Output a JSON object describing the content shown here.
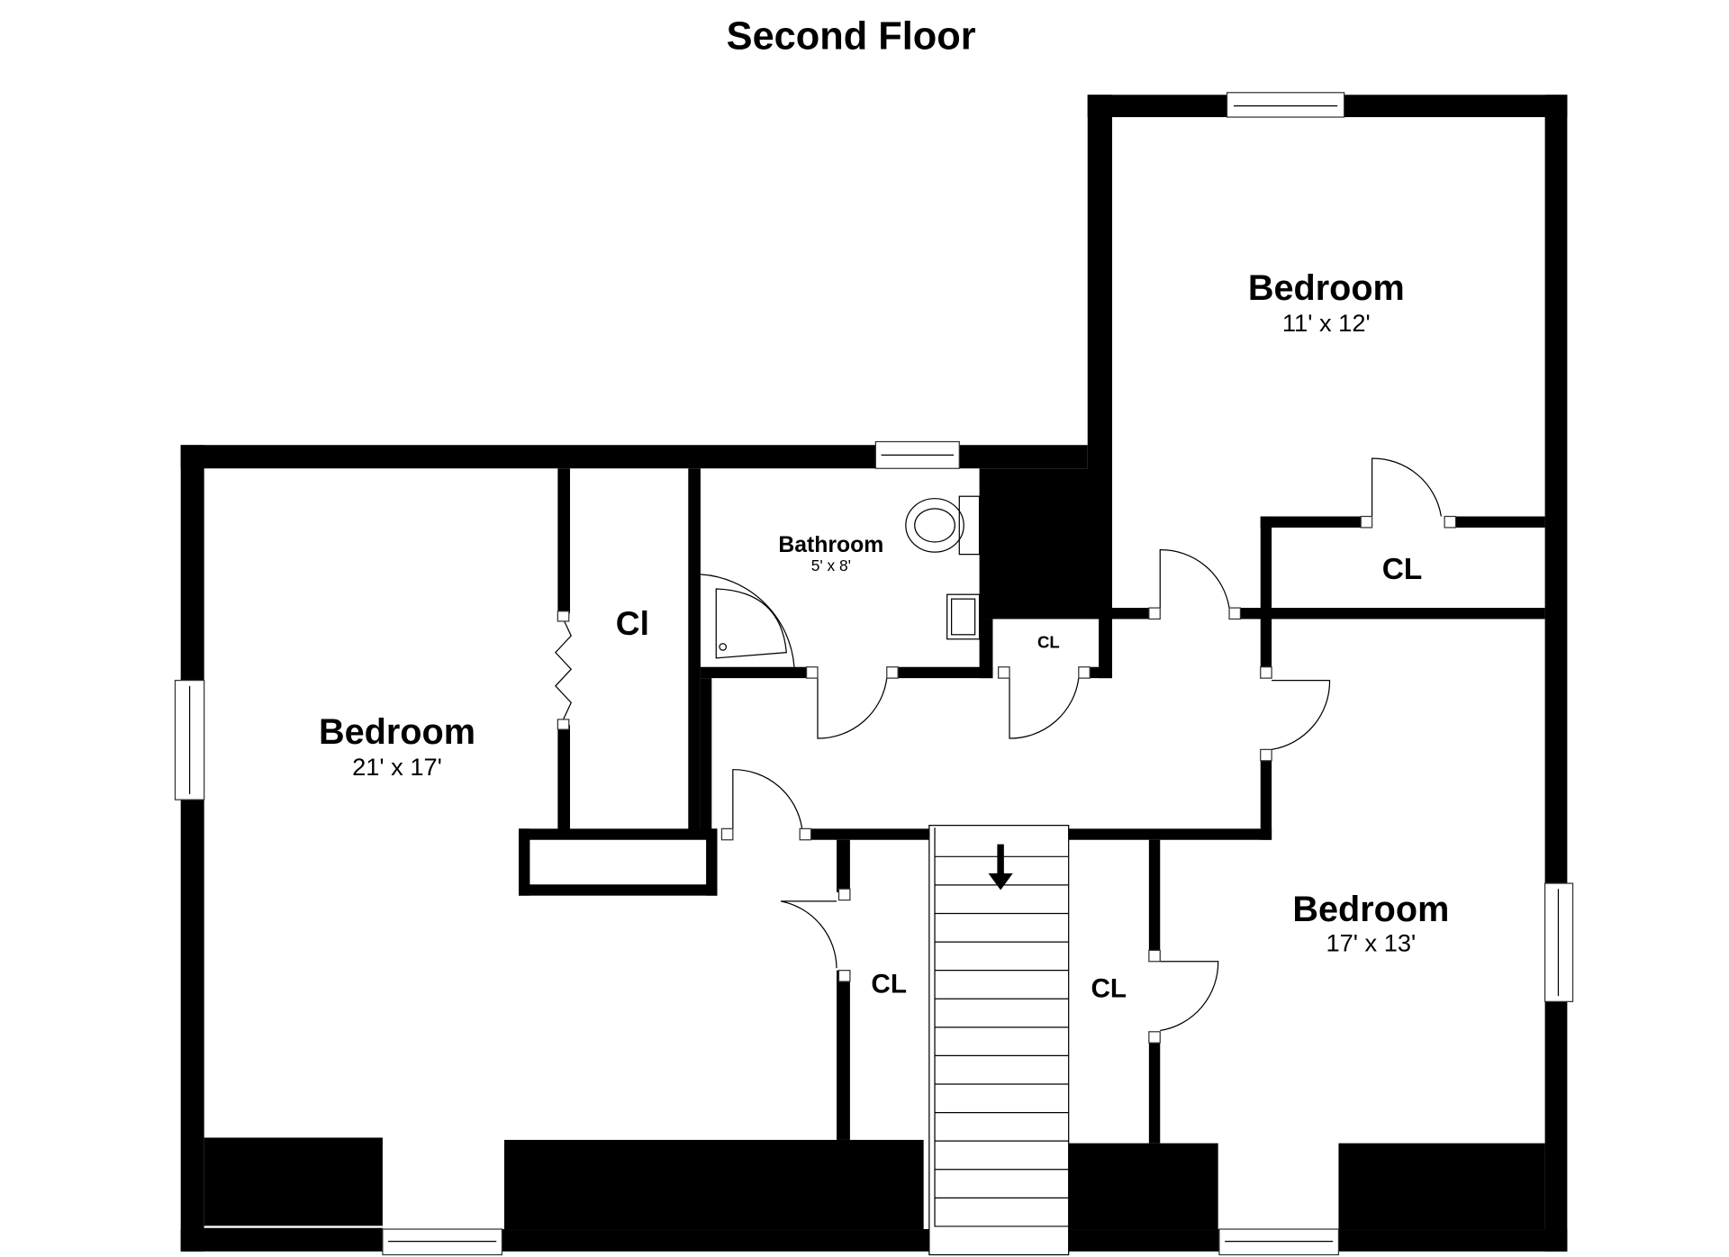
{
  "title": "Second Floor",
  "rooms": [
    {
      "name": "Bedroom",
      "size": "11' x 12'"
    },
    {
      "name": "Bedroom",
      "size": "21' x 17'"
    },
    {
      "name": "Bedroom",
      "size": "17' x 13'"
    },
    {
      "name": "Bathroom",
      "size": "5' x 8'"
    }
  ],
  "closets": [
    "Cl",
    "CL",
    "CL",
    "CL",
    "CL"
  ],
  "colors": {
    "wall": "#000000",
    "background": "#ffffff"
  }
}
